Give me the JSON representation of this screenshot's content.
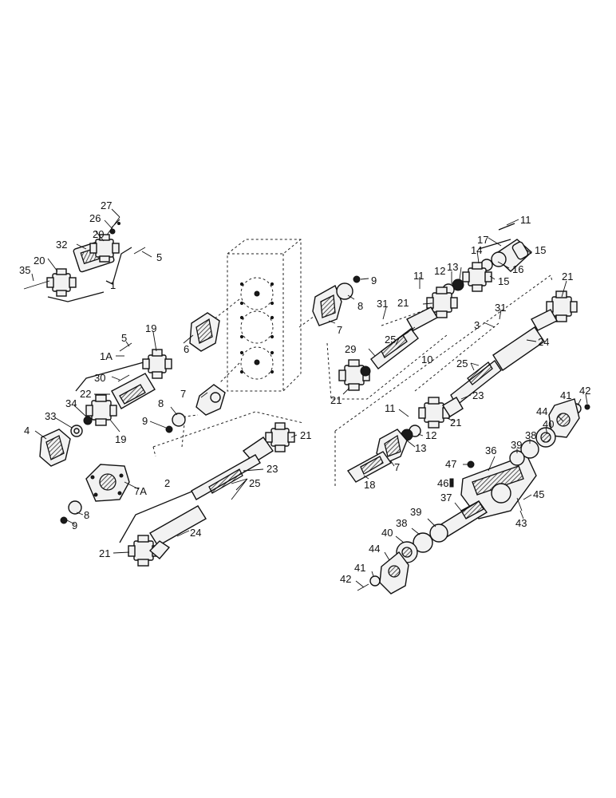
{
  "callouts": [
    {
      "id": "c27a",
      "text": "27"
    },
    {
      "id": "c26a",
      "text": "26"
    },
    {
      "id": "c20a",
      "text": "20"
    },
    {
      "id": "c32",
      "text": "32"
    },
    {
      "id": "c5a",
      "text": "5"
    },
    {
      "id": "c20b",
      "text": "20"
    },
    {
      "id": "c35",
      "text": "35"
    },
    {
      "id": "c1",
      "text": "1"
    },
    {
      "id": "c5b",
      "text": "5"
    },
    {
      "id": "c19a",
      "text": "19"
    },
    {
      "id": "c1A",
      "text": "1A"
    },
    {
      "id": "c6",
      "text": "6"
    },
    {
      "id": "c30",
      "text": "30"
    },
    {
      "id": "c22",
      "text": "22"
    },
    {
      "id": "c7a",
      "text": "7"
    },
    {
      "id": "c34",
      "text": "34"
    },
    {
      "id": "c33",
      "text": "33"
    },
    {
      "id": "c4",
      "text": "4"
    },
    {
      "id": "c19b",
      "text": "19"
    },
    {
      "id": "c8a",
      "text": "8"
    },
    {
      "id": "c9a",
      "text": "9"
    },
    {
      "id": "c7A",
      "text": "7A"
    },
    {
      "id": "c8b",
      "text": "8"
    },
    {
      "id": "c9b",
      "text": "9"
    },
    {
      "id": "c2",
      "text": "2"
    },
    {
      "id": "c21a",
      "text": "21"
    },
    {
      "id": "c23a",
      "text": "23"
    },
    {
      "id": "c25a",
      "text": "25"
    },
    {
      "id": "c24a",
      "text": "24"
    },
    {
      "id": "c21b",
      "text": "21"
    },
    {
      "id": "c9c",
      "text": "9"
    },
    {
      "id": "c8c",
      "text": "8"
    },
    {
      "id": "c7b",
      "text": "7"
    },
    {
      "id": "c11a",
      "text": "11"
    },
    {
      "id": "c17",
      "text": "17"
    },
    {
      "id": "c15a",
      "text": "15"
    },
    {
      "id": "c14",
      "text": "14"
    },
    {
      "id": "c16",
      "text": "16"
    },
    {
      "id": "c13a",
      "text": "13"
    },
    {
      "id": "c12a",
      "text": "12"
    },
    {
      "id": "c15b",
      "text": "15"
    },
    {
      "id": "c11b",
      "text": "11"
    },
    {
      "id": "c21c",
      "text": "21"
    },
    {
      "id": "c31a",
      "text": "31"
    },
    {
      "id": "c25b",
      "text": "25"
    },
    {
      "id": "c29",
      "text": "29"
    },
    {
      "id": "c10",
      "text": "10"
    },
    {
      "id": "c21d",
      "text": "21"
    },
    {
      "id": "c21e",
      "text": "21"
    },
    {
      "id": "c31b",
      "text": "31"
    },
    {
      "id": "c3",
      "text": "3"
    },
    {
      "id": "c24b",
      "text": "24"
    },
    {
      "id": "c25c",
      "text": "25"
    },
    {
      "id": "c23b",
      "text": "23"
    },
    {
      "id": "c11c",
      "text": "11"
    },
    {
      "id": "c21f",
      "text": "21"
    },
    {
      "id": "c12b",
      "text": "12"
    },
    {
      "id": "c13b",
      "text": "13"
    },
    {
      "id": "c7c",
      "text": "7"
    },
    {
      "id": "c18",
      "text": "18"
    },
    {
      "id": "c42a",
      "text": "42"
    },
    {
      "id": "c41a",
      "text": "41"
    },
    {
      "id": "c44a",
      "text": "44"
    },
    {
      "id": "c40a",
      "text": "40"
    },
    {
      "id": "c38a",
      "text": "38"
    },
    {
      "id": "c39a",
      "text": "39"
    },
    {
      "id": "c36",
      "text": "36"
    },
    {
      "id": "c47",
      "text": "47"
    },
    {
      "id": "c46",
      "text": "46"
    },
    {
      "id": "c45",
      "text": "45"
    },
    {
      "id": "c43",
      "text": "43"
    },
    {
      "id": "c37",
      "text": "37"
    },
    {
      "id": "c39b",
      "text": "39"
    },
    {
      "id": "c38b",
      "text": "38"
    },
    {
      "id": "c40b",
      "text": "40"
    },
    {
      "id": "c44b",
      "text": "44"
    },
    {
      "id": "c41b",
      "text": "41"
    },
    {
      "id": "c42b",
      "text": "42"
    }
  ]
}
